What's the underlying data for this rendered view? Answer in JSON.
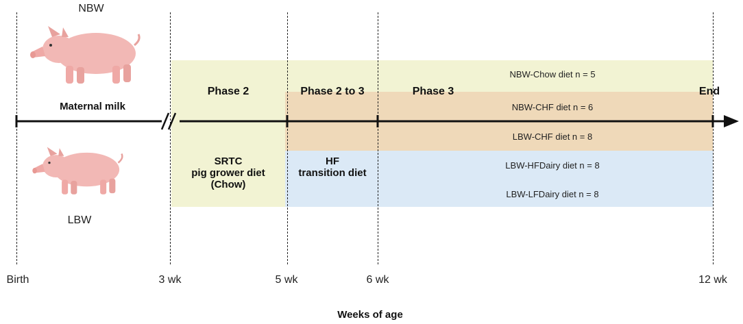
{
  "groups": {
    "top": "NBW",
    "bottom": "LBW"
  },
  "timeline": {
    "maternal_milk": "Maternal milk",
    "ticks": [
      "Birth",
      "3 wk",
      "5 wk",
      "6 wk",
      "12 wk"
    ],
    "axis_title": "Weeks of age"
  },
  "phases": {
    "phase2": "Phase 2",
    "phase2to3": "Phase 2 to 3",
    "phase3": "Phase 3",
    "end": "End"
  },
  "diets": {
    "chow_line1": "SRTC",
    "chow_line2": "pig grower diet",
    "chow_line3": "(Chow)",
    "hf_line1": "HF",
    "hf_line2": "transition diet"
  },
  "groups_diet": {
    "nbw_chow": "NBW-Chow diet  n = 5",
    "nbw_chf": "NBW-CHF diet n = 6",
    "lbw_chf": "LBW-CHF diet n = 8",
    "lbw_hfdairy": "LBW-HFDairy diet n = 8",
    "lbw_lfdairy": "LBW-LFDairy diet n = 8"
  },
  "colors": {
    "chow_region": "#f2f3d3",
    "chf_region": "#efd9b9",
    "dairy_region": "#dbe9f6",
    "pig": "#f2b8b5"
  },
  "icons": [
    "pig-icon",
    "pig-icon"
  ]
}
